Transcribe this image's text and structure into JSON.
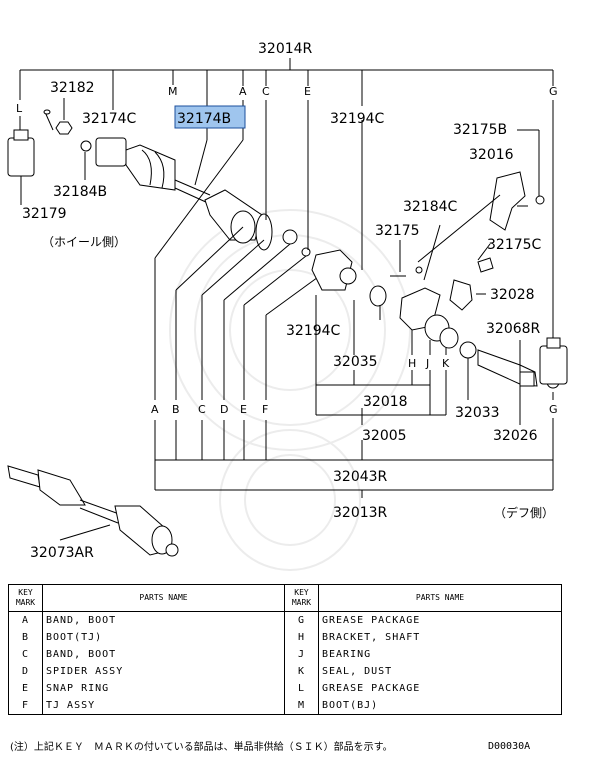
{
  "diagram": {
    "parts": {
      "p32014R": "32014R",
      "p32182": "32182",
      "p32174C": "32174C",
      "p32174B": "32174B",
      "p32194C_top": "32194C",
      "p32175B": "32175B",
      "p32016": "32016",
      "p32184C": "32184C",
      "p32175": "32175",
      "p32175C": "32175C",
      "p32184B": "32184B",
      "p32179": "32179",
      "p32028": "32028",
      "p32068R": "32068R",
      "p32194C_low": "32194C",
      "p32035": "32035",
      "p32018": "32018",
      "p32033": "32033",
      "p32005": "32005",
      "p32026": "32026",
      "p32043R": "32043R",
      "p32013R": "32013R",
      "p32073AR": "32073AR"
    },
    "side_labels": {
      "wheel_side": "（ホイール側）",
      "diff_side": "（デフ側）"
    },
    "key_letters": {
      "top": [
        "M",
        "A",
        "C",
        "E"
      ],
      "left_L": "L",
      "right_G": "G",
      "right_G2": "G",
      "hjk": [
        "H",
        "J",
        "K"
      ],
      "bottom_row": [
        "A",
        "B",
        "C",
        "D",
        "E",
        "F"
      ]
    }
  },
  "legend": {
    "headers": {
      "key_mark": "KEY MARK",
      "parts_name": "PARTS NAME"
    },
    "rows": [
      {
        "k1": "A",
        "n1": "BAND, BOOT",
        "k2": "G",
        "n2": "GREASE PACKAGE"
      },
      {
        "k1": "B",
        "n1": "BOOT(TJ)",
        "k2": "H",
        "n2": "BRACKET, SHAFT"
      },
      {
        "k1": "C",
        "n1": "BAND, BOOT",
        "k2": "J",
        "n2": "BEARING"
      },
      {
        "k1": "D",
        "n1": "SPIDER ASSY",
        "k2": "K",
        "n2": "SEAL, DUST"
      },
      {
        "k1": "E",
        "n1": "SNAP RING",
        "k2": "L",
        "n2": "GREASE PACKAGE"
      },
      {
        "k1": "F",
        "n1": "TJ ASSY",
        "k2": "M",
        "n2": "BOOT(BJ)"
      }
    ]
  },
  "note": "(注）上記ＫＥＹ　ＭＡＲＫの付いている部品は、単品非供給（ＳＩＫ）部品を示す。",
  "code": "D00030A"
}
